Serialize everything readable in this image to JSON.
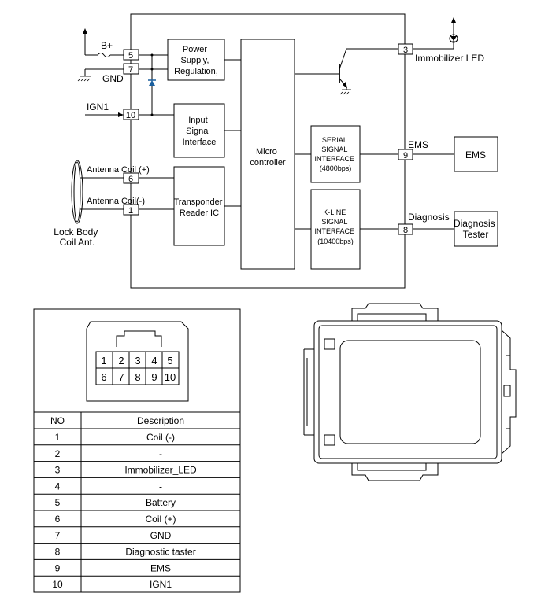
{
  "schematic": {
    "power_supply_label": [
      "Power",
      "Supply,",
      "Regulation,"
    ],
    "input_signal_label": [
      "Input",
      "Signal",
      "Interface"
    ],
    "microcontroller_label": [
      "Micro",
      "controller"
    ],
    "transponder_label": [
      "Transponder",
      "Reader IC"
    ],
    "serial_label": [
      "SERIAL",
      "SIGNAL",
      "INTERFACE",
      "(4800bps)"
    ],
    "kline_label": [
      "K-LINE",
      "SIGNAL",
      "INTERFACE",
      "(10400bps)"
    ],
    "ems_box_label": "EMS",
    "diag_box_label": [
      "Diagnosis",
      "Tester"
    ],
    "lock_body_label": [
      "Lock Body",
      "Coil Ant."
    ],
    "signals": {
      "b_plus": "B+",
      "gnd": "GND",
      "ign1": "IGN1",
      "antenna_pos": "Antenna Coil (+)",
      "antenna_neg": "Antenna Coil(-)",
      "immobilizer_led": "Immobilizer LED",
      "ems": "EMS",
      "diagnosis": "Diagnosis"
    },
    "pins": {
      "b_plus": "5",
      "gnd": "7",
      "ign1": "10",
      "antenna_pos": "6",
      "antenna_neg": "1",
      "immobilizer_led": "3",
      "ems": "9",
      "diagnosis": "8"
    }
  },
  "connector": {
    "top_row": [
      "1",
      "2",
      "3",
      "4",
      "5"
    ],
    "bottom_row": [
      "6",
      "7",
      "8",
      "9",
      "10"
    ]
  },
  "pin_table": {
    "headers": [
      "NO",
      "Description"
    ],
    "rows": [
      {
        "no": "1",
        "desc": "Coil (-)"
      },
      {
        "no": "2",
        "desc": "-"
      },
      {
        "no": "3",
        "desc": "Immobilizer_LED"
      },
      {
        "no": "4",
        "desc": "-"
      },
      {
        "no": "5",
        "desc": "Battery"
      },
      {
        "no": "6",
        "desc": "Coil (+)"
      },
      {
        "no": "7",
        "desc": "GND"
      },
      {
        "no": "8",
        "desc": "Diagnostic taster"
      },
      {
        "no": "9",
        "desc": "EMS"
      },
      {
        "no": "10",
        "desc": "IGN1"
      }
    ]
  }
}
